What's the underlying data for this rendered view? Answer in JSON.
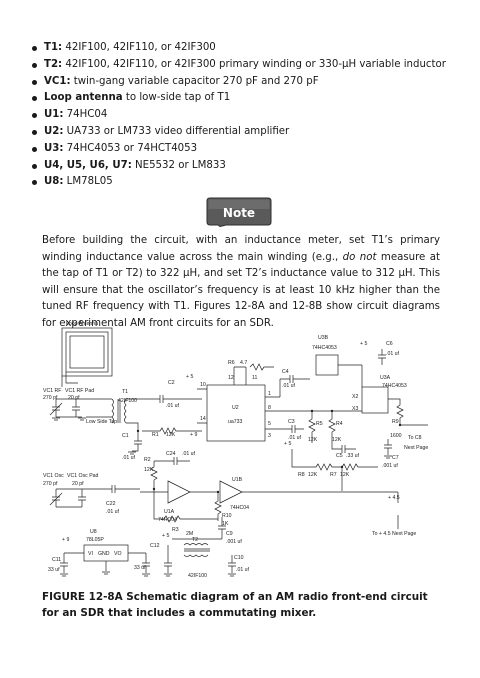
{
  "parts": [
    {
      "label": "T1:",
      "text": " 42IF100, 42IF110, or 42IF300"
    },
    {
      "label": "T2:",
      "text": " 42IF100, 42IF110, or 42IF300 primary winding or 330-µH variable inductor"
    },
    {
      "label": "VC1:",
      "text": " twin-gang variable capacitor 270 pF and 270 pF"
    },
    {
      "label": "Loop antenna",
      "text": " to low-side tap of T1"
    },
    {
      "label": "U1:",
      "text": " 74HC04"
    },
    {
      "label": "U2:",
      "text": " UA733 or LM733 video differential amplifier"
    },
    {
      "label": "U3:",
      "text": " 74HC4053 or 74HCT4053"
    },
    {
      "label": "U4, U5, U6, U7:",
      "text": " NE5532 or LM833"
    },
    {
      "label": "U8:",
      "text": " LM78L05"
    }
  ],
  "note": {
    "label": "Note",
    "color": "#5a5a5a"
  },
  "paragraph": {
    "part1": "Before building the circuit, with an inductance meter, set T1’s primary winding inductance value across the main winding (e.g., ",
    "emphasis": "do not",
    "part2": " measure at the tap of T1 or T2) to 322 µH, and set T2’s inductance value to 312 µH. This will ensure that the oscillator’s frequency is at least 10 kHz higher than the tuned RF frequency with T1. Figures 12-8A and 12-8B show circuit diagrams for experimental AM front circuits for an SDR."
  },
  "schematic": {
    "loop_antenna": "Loop Antenna",
    "vc1_rf": "VC1 RF",
    "vc1_rf_pad": "VC1 RF Pad",
    "rf_270": "270 pf",
    "rf_20": "20 pf",
    "t1": "T1",
    "t1_part": "42IF100",
    "low_side_tap": "Low Side Tap",
    "c1": "C1",
    "c1_val": ".01 uf",
    "c2": "C2",
    "c2_val": ".01 uf",
    "plus5": "+ 5",
    "r6": "R6",
    "r6_val": "4.7",
    "c4": "C4",
    "c4_val": ".01 uf",
    "pin10": "10",
    "pin12": "12",
    "pin11": "11",
    "pin1": "1",
    "pin8": "8",
    "pin14": "14",
    "pin5": "5",
    "pin3": "3",
    "u2": "U2",
    "u2_part": "ua733",
    "r1": "R1",
    "r1_val": "12K",
    "plus9": "+ 9",
    "c3": "C3",
    "c3_val": ".01 uf",
    "r5": "R5",
    "r5_val": "12K",
    "r4": "R4",
    "r4_val": "12K",
    "c5": "C5",
    "c5_val": ".33 uf",
    "u3b": "U3B",
    "u3b_part": "74HC4053",
    "plus5b": "+ 5",
    "c6": "C6",
    "c6_val": ".01 uf",
    "u3a": "U3A",
    "u3a_part": "74HC4053",
    "x2": "X2",
    "x3": "X3",
    "r9": "R9",
    "r9_val": "1600",
    "to_c8": "To C8",
    "next_page": "Next Page",
    "c7": "C7",
    "c7_val": ".001 uf",
    "r8": "R8",
    "r8_val": "12K",
    "r7": "R7",
    "r7_val": "12K",
    "plus5c": "+ 5",
    "vc1_osc": "VC1 Osc",
    "vc1_osc_pad": "VC1 Osc Pad",
    "osc_270": "270 pf",
    "osc_20": "20 pf",
    "c22": "C22",
    "c22_val": ".01 uf",
    "r2": "R2",
    "r2_val": "12K",
    "c24": "C24",
    "c24_val": ".01 uf",
    "u1a": "U1A",
    "u1a_part": "74HC04",
    "u1b": "U1B",
    "u1b_part": "74HC04",
    "r10": "R10",
    "r10_val": "1K",
    "r3": "R3",
    "r3_val": "2M",
    "plus45": "+ 4.5",
    "to_45": "To + 4.5  Next Page",
    "u8": "U8",
    "u8_part": "78L05P",
    "plus9b": "+ 9",
    "vi": "VI",
    "gnd": "GND",
    "vo": "VO",
    "c11": "C11",
    "c11_val": "33 uf",
    "c12": "C12",
    "c12_val": "33 uf",
    "t2": "T2",
    "t2_part": "42IF100",
    "c9": "C9",
    "c9_val": ".001 uf",
    "c10": "C10",
    "c10_val": ".01 uf",
    "plus5d": "+ 5"
  },
  "caption": "FIGURE 12-8A Schematic diagram of an AM radio front-end circuit for an SDR that includes a commutating mixer."
}
